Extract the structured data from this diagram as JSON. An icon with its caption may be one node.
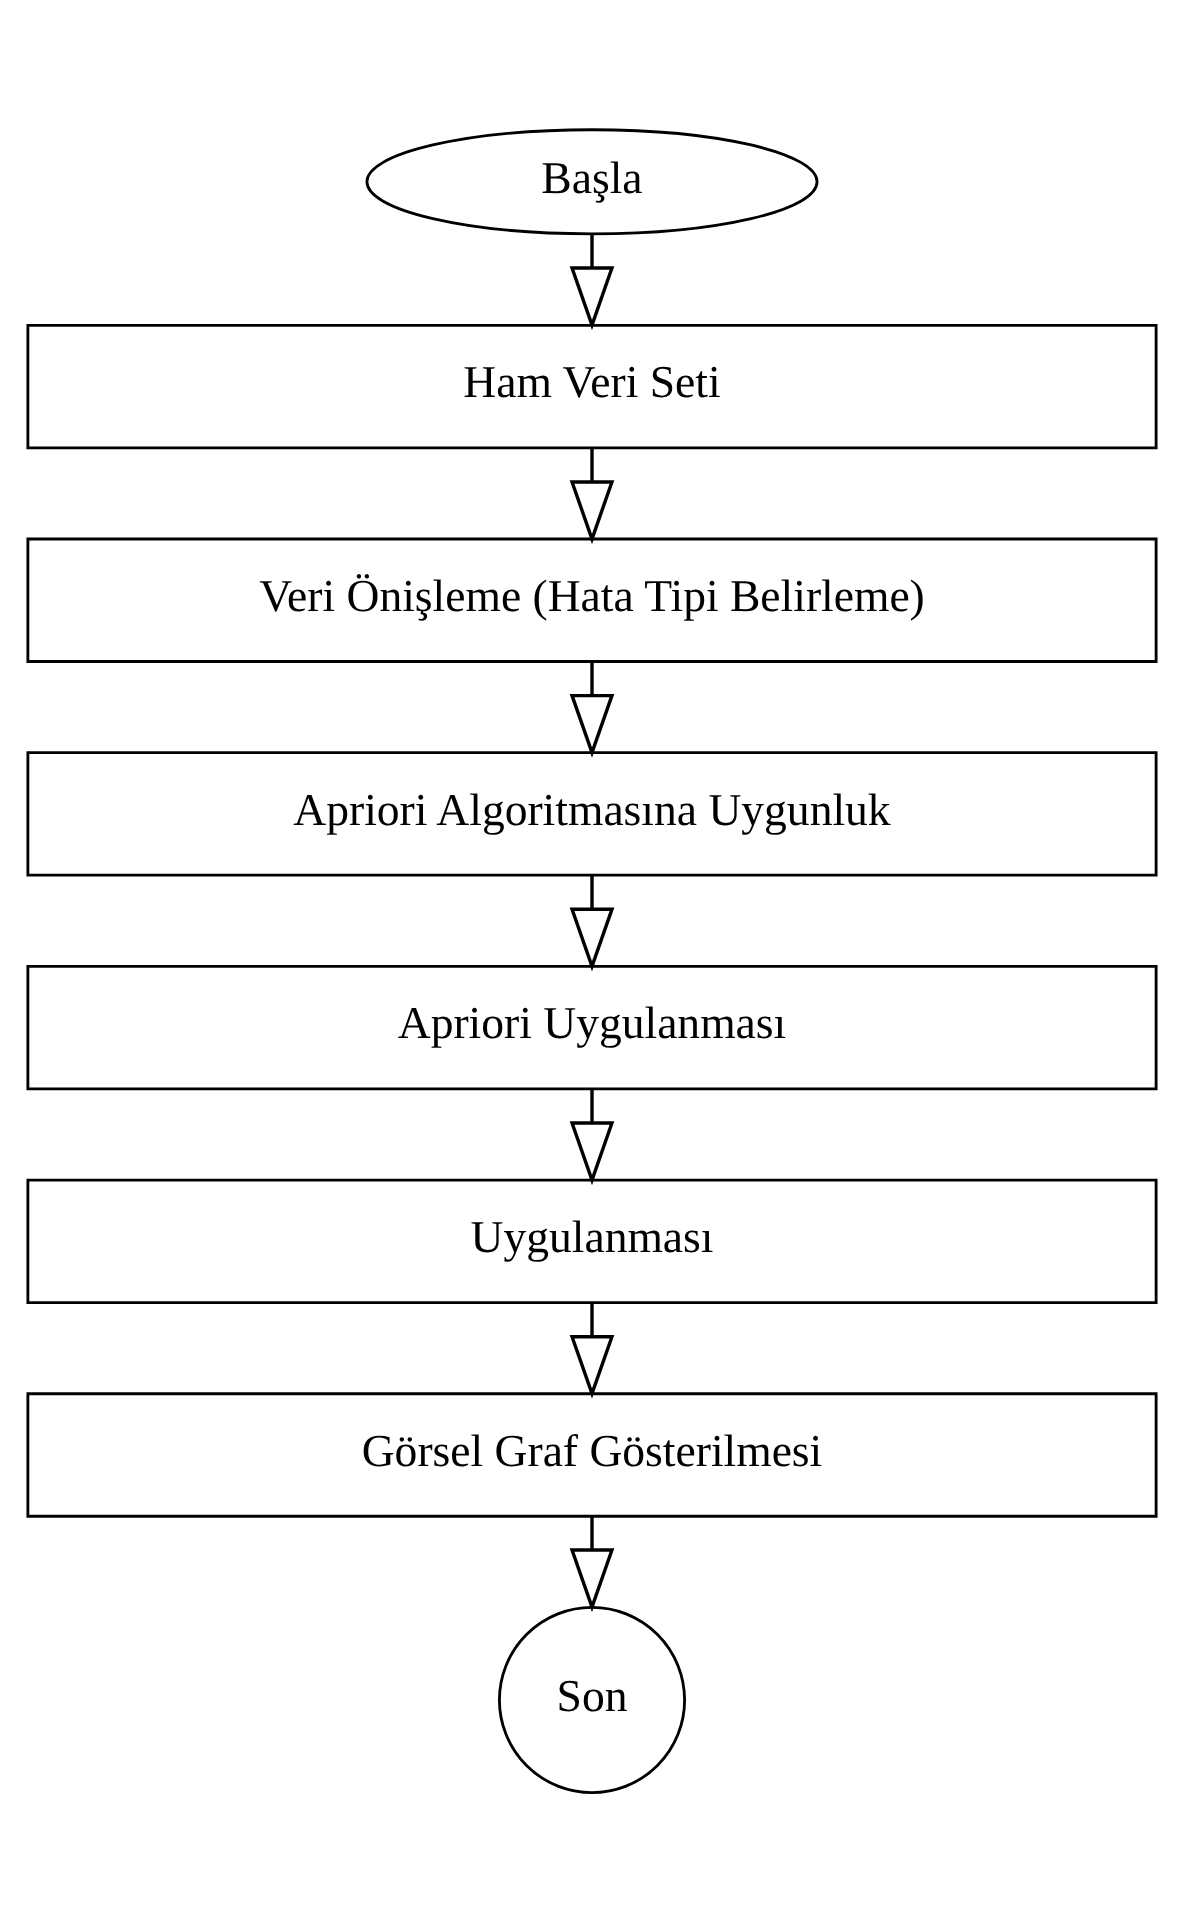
{
  "diagram": {
    "nodes": [
      {
        "text": [
          "Başla"
        ]
      },
      {
        "text": [
          "Ham Veri Seti"
        ]
      },
      {
        "text": [
          "Veri Önişleme (Hata Tipi Belirleme)"
        ]
      },
      {
        "text": [
          "Apriori Algoritmasına Uygunluk"
        ]
      },
      {
        "text": [
          "Apriori Uygulanması"
        ]
      },
      {
        "text": [
          "Uygulanması"
        ]
      },
      {
        "text": [
          "Görsel Graf Gösterilmesi"
        ]
      },
      {
        "text": [
          "Son"
        ]
      }
    ],
    "edges": [
      {
        "from": 0,
        "to": 1,
        "arrow": "to"
      },
      {
        "from": 1,
        "to": 2,
        "arrow": "to"
      },
      {
        "from": 2,
        "to": 3,
        "arrow": "to"
      },
      {
        "from": 3,
        "to": 4,
        "arrow": "to"
      },
      {
        "from": 4,
        "to": 5,
        "arrow": "to"
      },
      {
        "from": 5,
        "to": 6,
        "arrow": "to"
      },
      {
        "from": 6,
        "to": 7,
        "arrow": "to"
      }
    ]
  }
}
